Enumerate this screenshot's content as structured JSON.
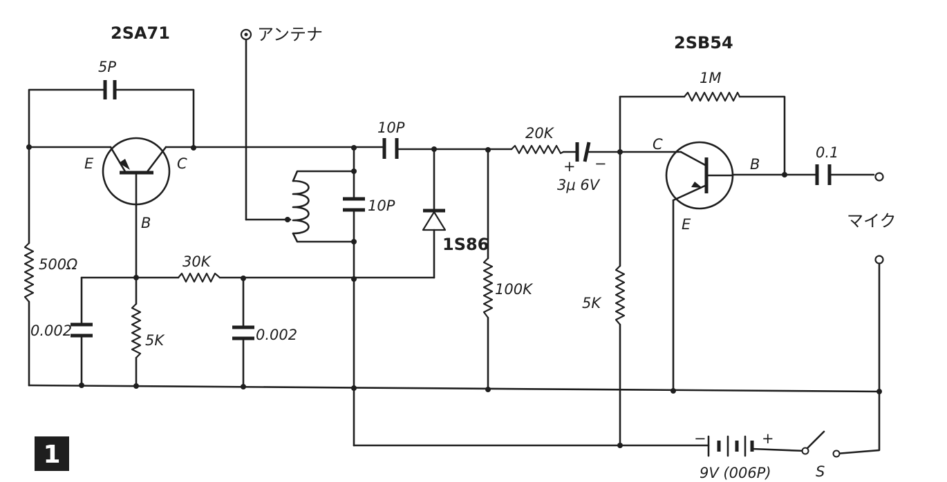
{
  "figure_number": "1",
  "antenna_label": "アンテナ",
  "mic_label": "マイク",
  "transistor_q1": {
    "part": "2SA71",
    "emitter": "E",
    "collector": "C",
    "base": "B"
  },
  "transistor_q2": {
    "part": "2SB54",
    "emitter": "E",
    "collector": "C",
    "base": "B"
  },
  "diode": {
    "part": "1S86"
  },
  "capacitors": {
    "feedback": "5P",
    "tank": "10P",
    "coupling": "10P",
    "electrolytic": "3μ 6V",
    "emitter_bypass": "0.002",
    "base_bypass": "0.002",
    "mic_coupling": "0.1"
  },
  "electrolytic_plus": "+",
  "electrolytic_minus": "−",
  "resistors": {
    "emitter": "500Ω",
    "base": "5K",
    "bias": "30K",
    "series": "20K",
    "load": "100K",
    "q2_collector": "5K",
    "q2_feedback": "1M"
  },
  "battery": {
    "label": "9V (006P)",
    "plus": "+",
    "minus": "−"
  },
  "switch_label": "S"
}
